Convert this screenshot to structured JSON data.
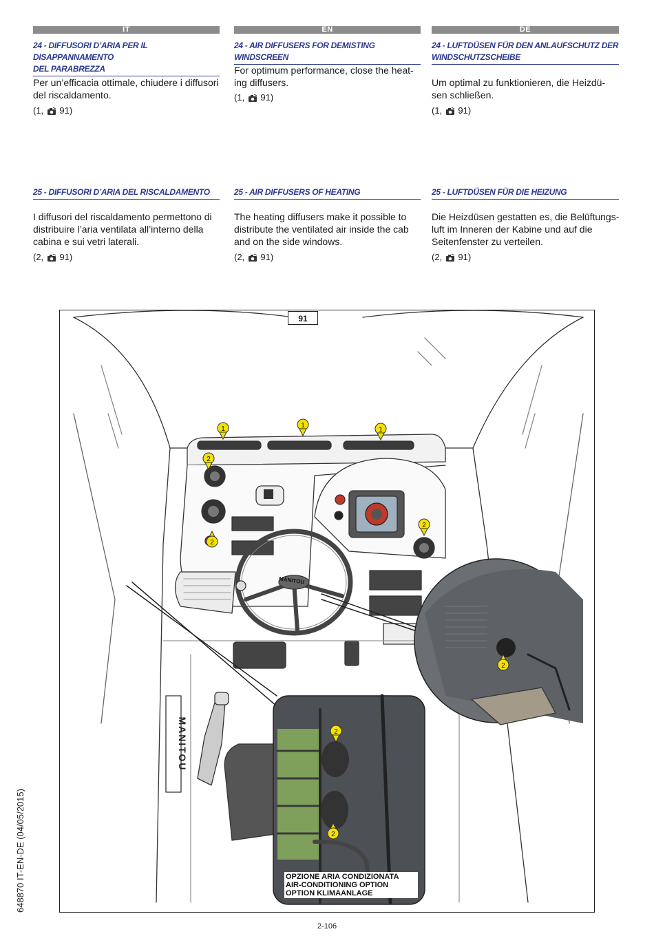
{
  "columns": [
    {
      "lang": "IT",
      "sections": [
        {
          "title_line1": "24 - DIFFUSORI D’ARIA PER IL DISAPPANNAMENTO",
          "title_line2": "DEL  PARABREZZA",
          "body": [
            "Per un’efficacia ottimale, chiudere i diffusori",
            "del riscaldamento."
          ],
          "ref_pre": "(1,",
          "ref_post": "91)"
        },
        {
          "title_line1": "25 - DIFFUSORI D’ARIA DEL RISCALDAMENTO",
          "body": [
            "I diffusori del riscaldamento permettono di",
            "distribuire l’aria ventilata all’interno della",
            "cabina e sui vetri laterali."
          ],
          "ref_pre": "(2,",
          "ref_post": "91)"
        }
      ]
    },
    {
      "lang": "EN",
      "sections": [
        {
          "title_line1": "24 - AIR DIFFUSERS FOR DEMISTING WINDSCREEN",
          "body": [
            "For optimum performance, close the heat-",
            "ing diffusers."
          ],
          "ref_pre": "(1,",
          "ref_post": "91)"
        },
        {
          "title_line1": "25 - AIR DIFFUSERS OF HEATING",
          "body": [
            "The heating diffusers make it possible to",
            "distribute the ventilated air inside the cab",
            "and on the side windows."
          ],
          "ref_pre": "(2,",
          "ref_post": "91)"
        }
      ]
    },
    {
      "lang": "DE",
      "sections": [
        {
          "title_line1": "24 - LUFTDÜSEN FÜR DEN ANLAUFSCHUTZ DER",
          "title_line2": "WINDSCHUTZSCHEIBE",
          "body": [
            "Um optimal zu funktionieren, die Heizdü-",
            "sen schließen."
          ],
          "ref_pre": "(1,",
          "ref_post": "91)"
        },
        {
          "title_line1": "25 - LUFTDÜSEN FÜR DIE HEIZUNG",
          "body": [
            "Die Heizdüsen gestatten es, die Belüftungs-",
            "luft im Inneren der Kabine und auf die",
            "Seitenfenster zu verteilen."
          ],
          "ref_pre": "(2,",
          "ref_post": "91)"
        }
      ]
    }
  ],
  "figure": {
    "number": "91",
    "brand": "MANITOU",
    "callouts": [
      "1",
      "1",
      "1",
      "2",
      "2",
      "2",
      "2",
      "2",
      "2"
    ],
    "option_label": [
      "OPZIONE ARIA CONDIZIONATA",
      "AIR-CONDITIONING OPTION",
      "OPTION KLIMAANLAGE"
    ]
  },
  "footer": {
    "doc_code": "648870 IT-EN-DE (04/05/2015)",
    "page_number": "2-106"
  },
  "colors": {
    "title_blue": "#2b3990",
    "lang_bar_gray": "#8c8c8c",
    "callout_yellow": "#f5e200"
  },
  "icons": [
    "camera-icon"
  ]
}
